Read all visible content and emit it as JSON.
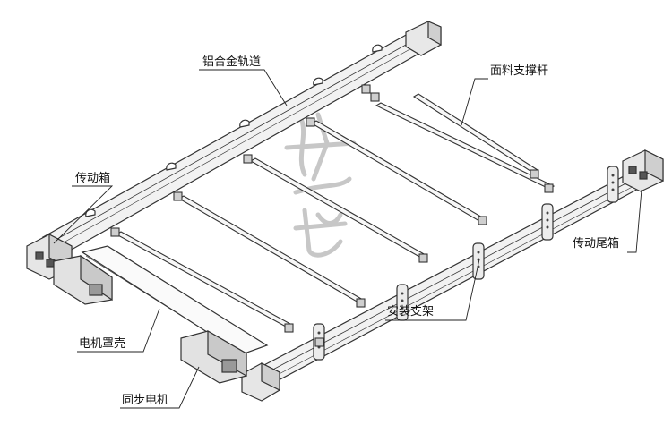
{
  "labels": {
    "aluminum_rail": "铝合金轨道",
    "fabric_support_rod": "面料支撑杆",
    "transmission_box": "传动箱",
    "transmission_tail_box": "传动尾箱",
    "mounting_bracket": "安装支架",
    "motor_cover": "电机罩壳",
    "sync_motor": "同步电机"
  },
  "colors": {
    "line": "#333333",
    "rail_fill": "#f2f2f2",
    "watermark": "#b5b5b5"
  }
}
